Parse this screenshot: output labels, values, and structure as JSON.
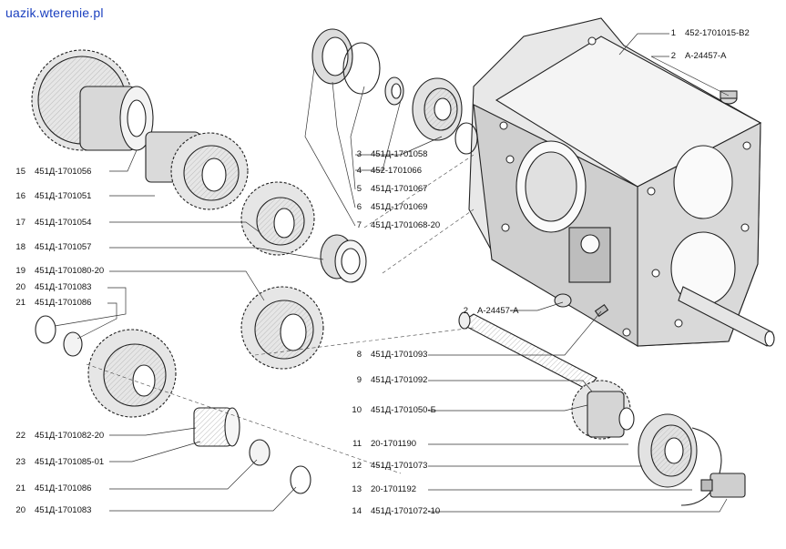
{
  "watermark": "uazik.wterenie.pl",
  "callouts": [
    {
      "id": "c1",
      "num": "1",
      "code": "452-1701015-В2"
    },
    {
      "id": "c2a",
      "num": "2",
      "code": "А-24457-А"
    },
    {
      "id": "c3",
      "num": "3",
      "code": "451Д-1701058"
    },
    {
      "id": "c4",
      "num": "4",
      "code": "452-1701066"
    },
    {
      "id": "c5",
      "num": "5",
      "code": "451Д-1701067"
    },
    {
      "id": "c6",
      "num": "6",
      "code": "451Д-1701069"
    },
    {
      "id": "c7",
      "num": "7",
      "code": "451Д-1701068-20"
    },
    {
      "id": "c2b",
      "num": "2",
      "code": "А-24457-А"
    },
    {
      "id": "c8",
      "num": "8",
      "code": "451Д-1701093"
    },
    {
      "id": "c9",
      "num": "9",
      "code": "451Д-1701092"
    },
    {
      "id": "c10",
      "num": "10",
      "code": "451Д-1701050-Б"
    },
    {
      "id": "c11",
      "num": "11",
      "code": "20-1701190"
    },
    {
      "id": "c12",
      "num": "12",
      "code": "451Д-1701073"
    },
    {
      "id": "c13",
      "num": "13",
      "code": "20-1701192"
    },
    {
      "id": "c14",
      "num": "14",
      "code": "451Д-1701072-10"
    },
    {
      "id": "c15",
      "num": "15",
      "code": "451Д-1701056"
    },
    {
      "id": "c16",
      "num": "16",
      "code": "451Д-1701051"
    },
    {
      "id": "c17",
      "num": "17",
      "code": "451Д-1701054"
    },
    {
      "id": "c18",
      "num": "18",
      "code": "451Д-1701057"
    },
    {
      "id": "c19",
      "num": "19",
      "code": "451Д-1701080-20"
    },
    {
      "id": "c20a",
      "num": "20",
      "code": "451Д-1701083"
    },
    {
      "id": "c21a",
      "num": "21",
      "code": "451Д-1701086"
    },
    {
      "id": "c22",
      "num": "22",
      "code": "451Д-1701082-20"
    },
    {
      "id": "c23",
      "num": "23",
      "code": "451Д-1701085-01"
    },
    {
      "id": "c21b",
      "num": "21",
      "code": "451Д-1701086"
    },
    {
      "id": "c20b",
      "num": "20",
      "code": "451Д-1701083"
    }
  ]
}
